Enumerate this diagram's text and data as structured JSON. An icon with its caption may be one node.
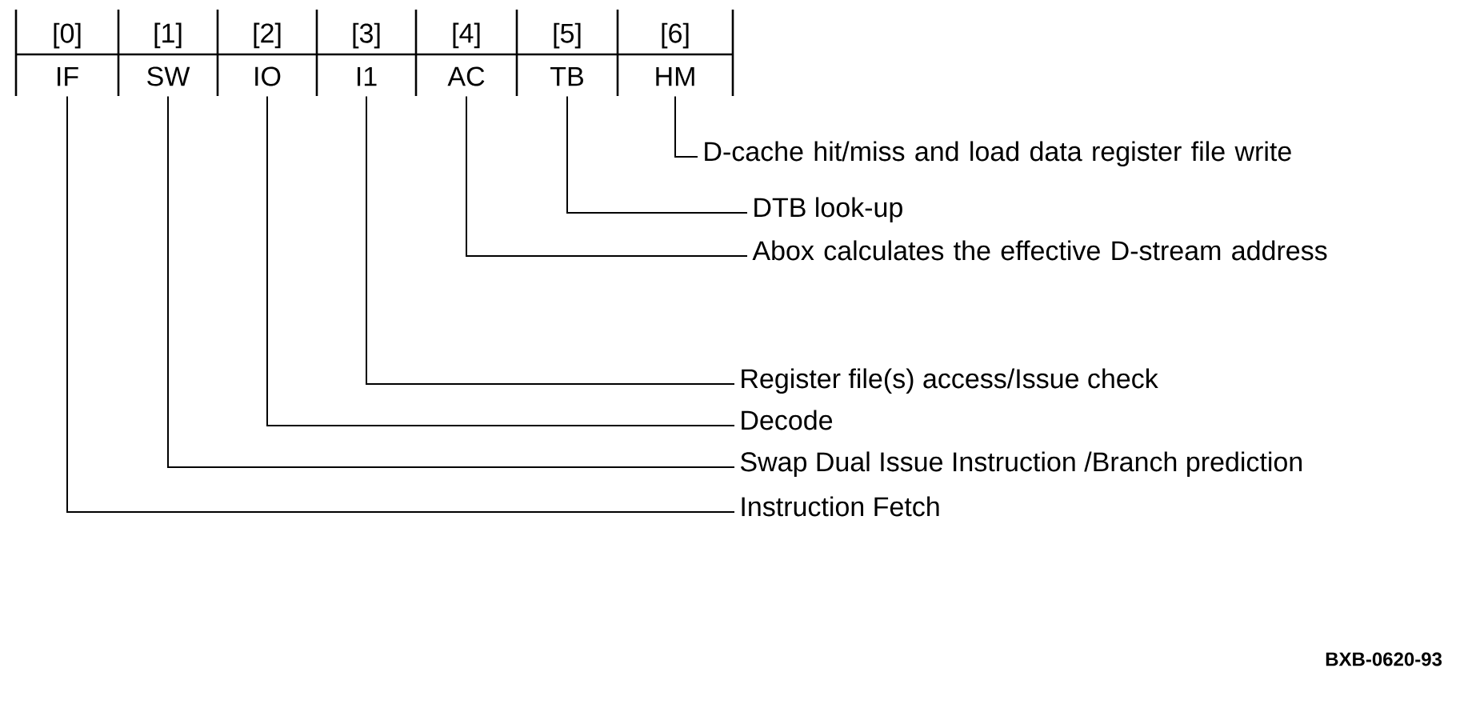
{
  "diagram": {
    "nodes": [
      {
        "text": [
          "[0]",
          "IF"
        ]
      },
      {
        "text": [
          "[1]",
          "SW"
        ]
      },
      {
        "text": [
          "[2]",
          "IO"
        ]
      },
      {
        "text": [
          "[3]",
          "I1"
        ]
      },
      {
        "text": [
          "[4]",
          "AC"
        ]
      },
      {
        "text": [
          "[5]",
          "TB"
        ]
      },
      {
        "text": [
          "[6]",
          "HM"
        ]
      },
      {
        "text": [
          "D-cache hit/miss and load data register file write"
        ]
      },
      {
        "text": [
          "DTB look-up"
        ]
      },
      {
        "text": [
          "Abox calculates the effective D-stream address"
        ]
      },
      {
        "text": [
          "Register file(s) access/Issue check"
        ]
      },
      {
        "text": [
          "Decode"
        ]
      },
      {
        "text": [
          "Swap Dual Issue Instruction /Branch prediction"
        ]
      },
      {
        "text": [
          "Instruction Fetch"
        ]
      }
    ],
    "edges": [
      {
        "from": 7,
        "to": 6,
        "arrow": "none"
      },
      {
        "from": 8,
        "to": 5,
        "arrow": "none"
      },
      {
        "from": 9,
        "to": 4,
        "arrow": "none"
      },
      {
        "from": 10,
        "to": 3,
        "arrow": "none"
      },
      {
        "from": 11,
        "to": 2,
        "arrow": "none"
      },
      {
        "from": 12,
        "to": 1,
        "arrow": "none"
      },
      {
        "from": 13,
        "to": 0,
        "arrow": "none"
      }
    ],
    "labels": [
      "BXB-0620-93"
    ]
  }
}
